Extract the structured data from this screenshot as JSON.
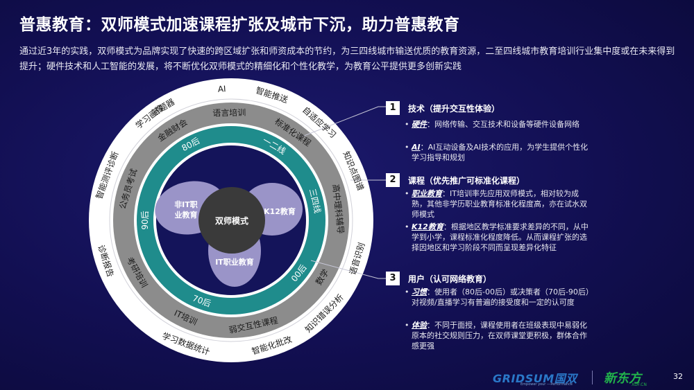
{
  "title": "普惠教育：双师模式加速课程扩张及城市下沉，助力普惠教育",
  "subtitle": "通过近3年的实践，双师模式为品牌实现了快速的跨区域扩张和师资成本的节约，为三四线城市输送优质的教育资源，二至四线城市教育培训行业集中度或在未来得到提升；硬件技术和人工智能的发展，将不断优化双师模式的精细化和个性化教学，为教育公平提供更多创新实践",
  "colors": {
    "outer_ring": "#ffffff",
    "gray_ring": "#8c8c8c",
    "teal_ring": "#1f8c8c",
    "inner_disk": "#14145a",
    "core": "#3a3a3a",
    "lavender": "#9a94c8"
  },
  "diagram": {
    "outer_ring": [
      "答题器",
      "AI",
      "智能推送",
      "自适应学习",
      "知识点图谱",
      "语音识别",
      "知识错误分析",
      "智能化批改",
      "学习数据统计",
      "诊断报告",
      "智能测评诊断",
      "学习画像"
    ],
    "gray_ring": [
      "语言培训",
      "标准化课程",
      "高中理科辅导",
      "数学",
      "弱交互性课程",
      "IT培训",
      "考研培训",
      "公务员考试",
      "金融财会"
    ],
    "teal_ring": [
      "80后",
      "一二线",
      "三四线",
      "00后",
      "70后",
      "90后"
    ],
    "core": "双师模式",
    "petals": [
      "非IT职业教育",
      "K12教育",
      "IT职业教育"
    ]
  },
  "points": [
    {
      "num": "1",
      "heading": "技术（提升交互性体验）",
      "bullets": [
        {
          "key": "硬件",
          "text": "：网络传输、交互技术和设备等硬件设备网络"
        },
        {
          "key": "AI",
          "text": "：AI互动设备及AI技术的应用，为学生提供个性化学习指导和规划"
        }
      ]
    },
    {
      "num": "2",
      "heading": "课程（优先推广可标准化课程）",
      "bullets": [
        {
          "key": "职业教育",
          "text": "：IT培训率先应用双师模式，相对较为成熟，其他非学历职业教育标准化程度高，亦在试水双师模式"
        },
        {
          "key": "K12教育",
          "text": "：根据地区教学标准要求差异的不同，从中学到小学，课程标准化程度降低。从而课程扩张的选择因地区和学习阶段不同而呈现差异化特征"
        }
      ]
    },
    {
      "num": "3",
      "heading": "用户（认可网络教育）",
      "bullets": [
        {
          "key": "习惯",
          "text": "：使用者（80后-00后）或决策者（70后-90后）对视频/直播学习有普遍的接受度和一定的认可度"
        },
        {
          "key": "体验",
          "text": "：不同于面授，课程使用者在班级表现中易弱化原本的社交规则压力，在双师课堂更积极，群体合作感更强"
        }
      ]
    }
  ],
  "footer": {
    "gridsum": "GRIDSUM国双",
    "gridsum_tag": "Empower your ---Performance",
    "xdf": "新东方",
    "xdf_sub": "XDF.CN",
    "page": "32"
  }
}
